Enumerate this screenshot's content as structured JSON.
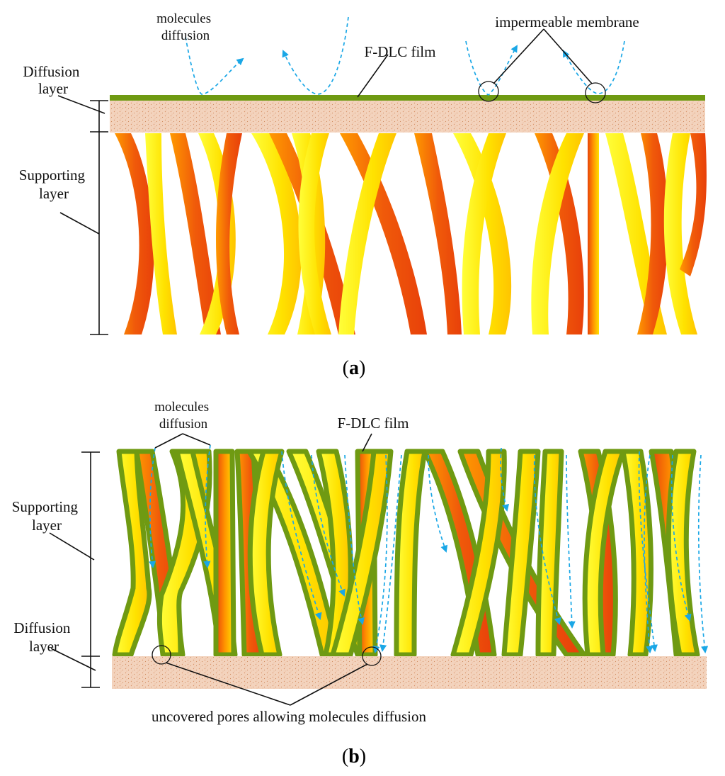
{
  "panel_a": {
    "label_molecules": [
      "molecules",
      "diffusion"
    ],
    "label_film": "F-DLC film",
    "label_membrane": "impermeable membrane",
    "label_diffusion_layer": [
      "Diffusion",
      "layer"
    ],
    "label_supporting_layer": [
      "Supporting",
      "layer"
    ],
    "caption_open": "(",
    "caption_letter": "a",
    "caption_close": ")"
  },
  "panel_b": {
    "label_molecules": [
      "molecules",
      "diffusion"
    ],
    "label_film": "F-DLC film",
    "label_supporting_layer": [
      "Supporting",
      "layer"
    ],
    "label_diffusion_layer": [
      "Diffusion",
      "layer"
    ],
    "label_pores": "uncovered pores allowing molecules diffusion",
    "caption_open": "(",
    "caption_letter": "b",
    "caption_close": ")"
  },
  "colors": {
    "film_green": "#6f9a12",
    "fiber_yellow": "#ffee00",
    "fiber_orange": "#ff8a00",
    "fiber_red": "#e8400a",
    "diffusion_layer": "#f1cbb0",
    "arrow_blue": "#1aa7e6"
  }
}
